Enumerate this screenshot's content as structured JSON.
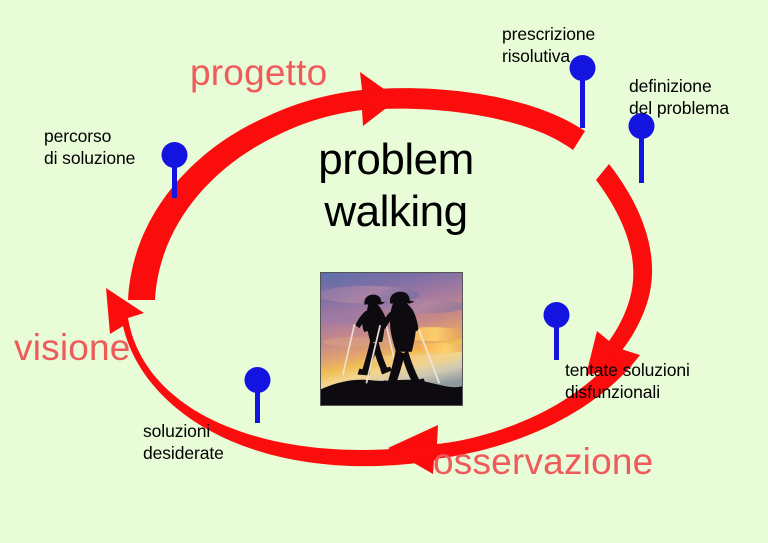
{
  "background_color": "#e9fcd8",
  "arrow_color": "#fb0d0d",
  "pin_color": "#1414e0",
  "phase_label_color": "#ef5a5a",
  "pin_label_color": "#000000",
  "center": {
    "title_line1": "problem",
    "title_line2": "walking"
  },
  "phase_labels": [
    {
      "id": "progetto",
      "text": "progetto"
    },
    {
      "id": "visione",
      "text": "visione"
    },
    {
      "id": "osservazione",
      "text": "osservazione"
    }
  ],
  "pin_labels": [
    {
      "id": "percorso",
      "line1": "percorso",
      "line2": "di soluzione"
    },
    {
      "id": "prescrizione",
      "line1": "prescrizione",
      "line2": "risolutiva"
    },
    {
      "id": "definizione",
      "line1": "definizione",
      "line2": "del problema"
    },
    {
      "id": "tentate",
      "line1": "tentate soluzioni",
      "line2": "disfunzionali"
    },
    {
      "id": "soluzioni",
      "line1": "soluzioni",
      "line2": "desiderate"
    }
  ],
  "photo": {
    "alt": "two nordic-walking hikers silhouetted against a sunset sky"
  }
}
